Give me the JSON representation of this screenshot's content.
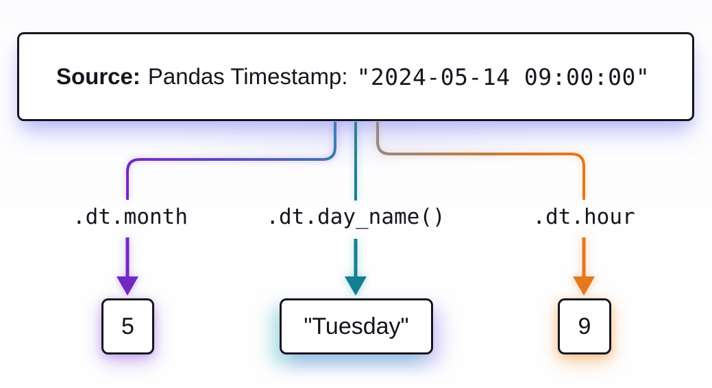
{
  "source": {
    "label": "Source:",
    "description": "Pandas Timestamp:",
    "value": "\"2024-05-14 09:00:00\""
  },
  "branches": [
    {
      "name": "month",
      "accessor": ".dt.month",
      "result": "5"
    },
    {
      "name": "day_name",
      "accessor": ".dt.day_name()",
      "result": "\"Tuesday\""
    },
    {
      "name": "hour",
      "accessor": ".dt.hour",
      "result": "9"
    }
  ],
  "colors": {
    "ink": "#15151e",
    "purple": "#7229c4",
    "teal": "#157f91",
    "orange": "#e5771c",
    "steel_blue": "#3b7fae",
    "gray": "#8b8b92"
  }
}
